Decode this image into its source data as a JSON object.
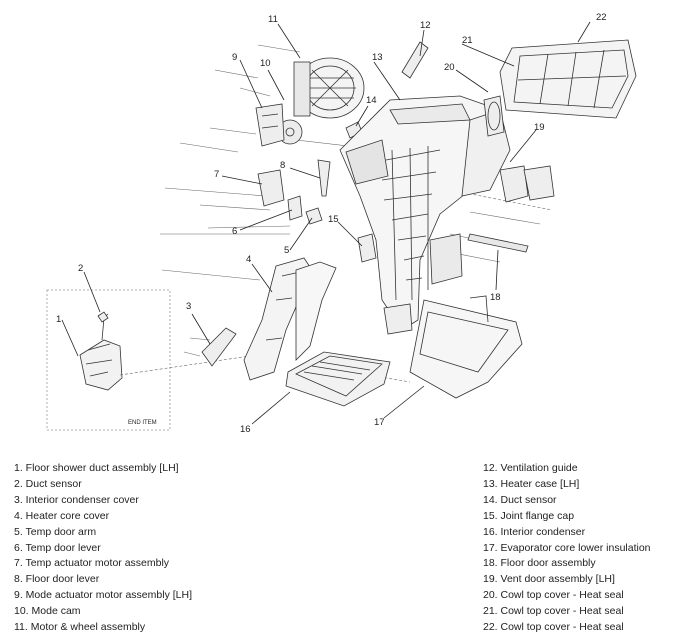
{
  "callouts": [
    "1",
    "2",
    "3",
    "4",
    "5",
    "6",
    "7",
    "8",
    "9",
    "10",
    "11",
    "12",
    "13",
    "14",
    "15",
    "16",
    "17",
    "18",
    "19",
    "20",
    "21",
    "22"
  ],
  "end_item_label": "END ITEM",
  "legend_left": [
    "1. Floor shower duct assembly [LH]",
    "2. Duct sensor",
    "3. Interior condenser cover",
    "4. Heater core cover",
    "5. Temp door arm",
    "6. Temp door lever",
    "7. Temp actuator motor assembly",
    "8. Floor door lever",
    "9. Mode actuator motor assembly [LH]",
    "10. Mode cam",
    "11. Motor & wheel assembly"
  ],
  "legend_right": [
    "12. Ventilation guide",
    "13. Heater case [LH]",
    "14. Duct sensor",
    "15. Joint flange cap",
    "16. Interior condenser",
    "17. Evaporator core lower insulation",
    "18. Floor door assembly",
    "19. Vent door assembly [LH]",
    "20. Cowl top cover - Heat seal",
    "21. Cowl top cover - Heat seal",
    "22. Cowl top cover - Heat seal"
  ]
}
